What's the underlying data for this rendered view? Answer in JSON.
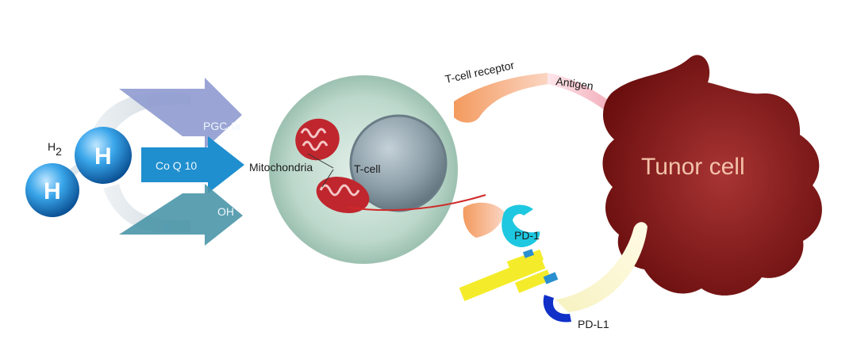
{
  "h2_label": "H",
  "h2_subscript": "2",
  "atom_top": "H",
  "atom_bottom": "H",
  "arrows": {
    "top": "PGC-Ia",
    "middle": "Co Q 10",
    "bottom": "OH"
  },
  "mitochondria_label": "Mitochondria",
  "tcell_label": "T-cell",
  "tcell_receptor_label": "T-cell receptor",
  "antigen_label": "Antigen",
  "tumor_label": "Tunor cell",
  "pd1_label": "PD-1",
  "pdl1_label": "PD-L1",
  "colors": {
    "tcell_outer": "#b9d6c8",
    "tcell_nucleus": "#8a9ca6",
    "tumor": "#7d1414",
    "arrow_purple": "#8f9bd0",
    "arrow_blue": "#1f8fcf",
    "arrow_teal": "#4a96a8",
    "receptor_orange": "#f2a06a",
    "pd1_cyan": "#1ec8e0",
    "pdl1_blue": "#1030c8",
    "antibody_yellow": "#f4ec2a"
  }
}
